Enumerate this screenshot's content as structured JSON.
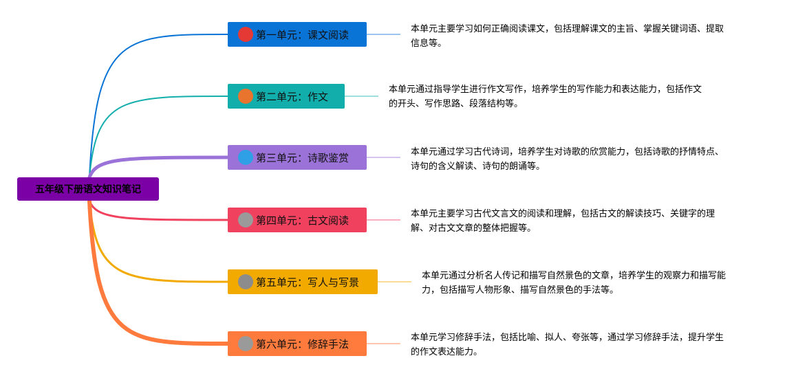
{
  "root": {
    "title": "五年级下册语文知识笔记",
    "color": "#7b00a6"
  },
  "units": [
    {
      "index": "1",
      "label": "第一单元：课文阅读",
      "color": "#0a74d6",
      "badge_color": "#e53935",
      "badge_text_color": "#e53935",
      "desc": [
        "本单元主要学习如何正确阅读课文，包括理解课文的主旨、掌握关键词语、提取",
        "信息等。"
      ]
    },
    {
      "index": "2",
      "label": "第二单元：作文",
      "color": "#12aeac",
      "badge_color": "#e8742e",
      "badge_text_color": "#e8742e",
      "desc": [
        "本单元通过指导学生进行作文写作，培养学生的写作能力和表达能力，包括作文",
        "的开头、写作思路、段落结构等。"
      ]
    },
    {
      "index": "3",
      "label": "第三单元：诗歌鉴赏",
      "color": "#9b73d8",
      "badge_color": "#2f9fe6",
      "badge_text_color": "#2f9fe6",
      "desc": [
        "本单元通过学习古代诗词，培养学生对诗歌的欣赏能力，包括诗歌的抒情特点、",
        "诗句的含义解读、诗句的朗诵等。"
      ]
    },
    {
      "index": "4",
      "label": "第四单元：古文阅读",
      "color": "#f0415e",
      "badge_color": "#9a9a9a",
      "badge_text_color": "#9a9a9a",
      "desc": [
        "本单元主要学习古代文言文的阅读和理解，包括古文的解读技巧、关键字的理",
        "解、对古文文章的整体把握等。"
      ]
    },
    {
      "index": "5",
      "label": "第五单元：写人与写景",
      "color": "#f2a900",
      "badge_color": "#8c8c8c",
      "badge_text_color": "#8c8c8c",
      "desc": [
        "本单元通过分析名人传记和描写自然景色的文章，培养学生的观察力和描写能",
        "力，包括描写人物形象、描写自然景色的手法等。"
      ]
    },
    {
      "index": "6",
      "label": "第六单元：修辞手法",
      "color": "#ff7a3d",
      "badge_color": "#9a9a9a",
      "badge_text_color": "#9a9a9a",
      "desc": [
        "本单元学习修辞手法，包括比喻、拟人、夸张等，通过学习修辞手法，提升学生",
        "的作文表达能力。"
      ]
    }
  ]
}
